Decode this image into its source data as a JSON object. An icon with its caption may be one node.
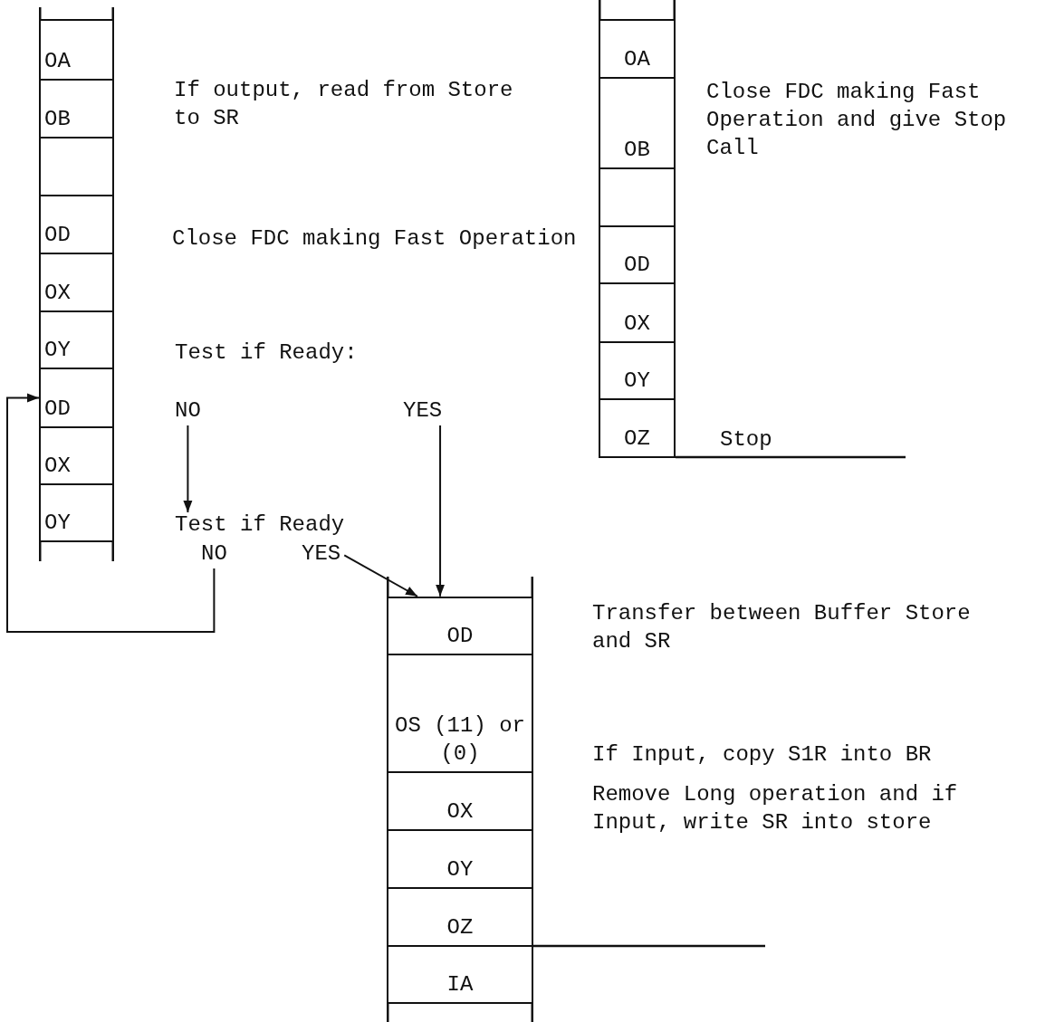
{
  "diagram": {
    "nodes": [
      {
        "text": [
          "OA"
        ]
      },
      {
        "text": [
          "OB"
        ]
      },
      {
        "text": [],
        "shape": "box"
      },
      {
        "text": [
          "OD"
        ]
      },
      {
        "text": [
          "OX"
        ]
      },
      {
        "text": [
          "OY"
        ]
      },
      {
        "text": [
          "OD"
        ]
      },
      {
        "text": [
          "OX"
        ]
      },
      {
        "text": [
          "OY"
        ]
      },
      {
        "text": [
          "OA"
        ]
      },
      {
        "text": [
          "OB"
        ]
      },
      {
        "text": [],
        "shape": "box"
      },
      {
        "text": [
          "OD"
        ]
      },
      {
        "text": [
          "OX"
        ]
      },
      {
        "text": [
          "OY"
        ]
      },
      {
        "text": [
          "OZ"
        ]
      },
      {
        "text": [
          "NO"
        ]
      },
      {
        "text": [
          "YES"
        ]
      },
      {
        "text": [
          "Test if Ready"
        ]
      },
      {
        "text": [
          "NO"
        ]
      },
      {
        "text": [
          "YES"
        ]
      },
      {
        "text": [
          "OD"
        ]
      },
      {
        "text": [
          "OS (11) or (0)"
        ]
      },
      {
        "text": [
          "OX"
        ]
      },
      {
        "text": [
          "OY"
        ]
      },
      {
        "text": [
          "OZ"
        ]
      },
      {
        "text": [
          "IA"
        ]
      }
    ],
    "edges": [
      {
        "from": 16,
        "to": 18,
        "arrow": "to"
      },
      {
        "from": 17,
        "to": 21,
        "arrow": "to"
      },
      {
        "from": 19,
        "to": 6,
        "arrow": "to"
      },
      {
        "from": 20,
        "to": 21,
        "arrow": "to"
      }
    ],
    "labels": [
      "If output, read from Store to SR",
      "Close FDC making Fast Operation",
      "Test if Ready:",
      "Close FDC making Fast Operation and give Stop Call",
      "Stop",
      "Transfer between Buffer Store and SR",
      "If Input, copy S1R into BR",
      "Remove Long operation and if Input, write SR into store"
    ]
  }
}
